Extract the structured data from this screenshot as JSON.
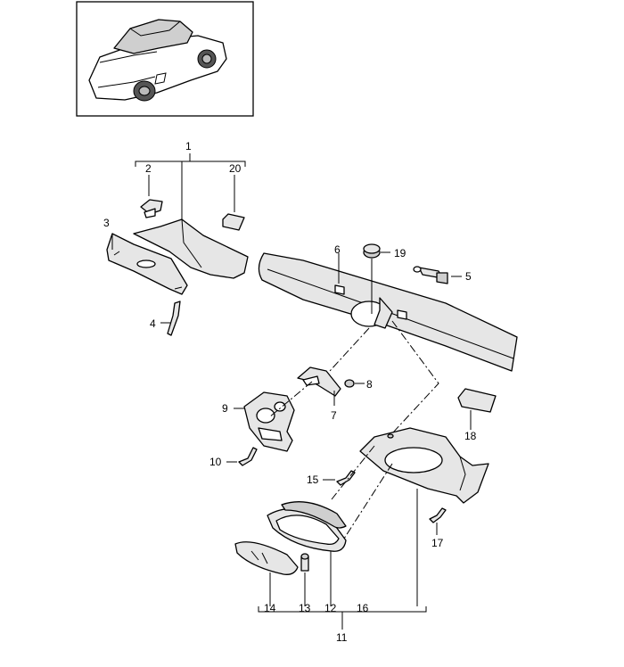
{
  "callouts": {
    "n1": "1",
    "n2": "2",
    "n3": "3",
    "n4": "4",
    "n5": "5",
    "n6": "6",
    "n7": "7",
    "n8": "8",
    "n9": "9",
    "n10": "10",
    "n11": "11",
    "n12": "12",
    "n13": "13",
    "n14": "14",
    "n15": "15",
    "n16": "16",
    "n17": "17",
    "n18": "18",
    "n19": "19",
    "n20": "20"
  }
}
